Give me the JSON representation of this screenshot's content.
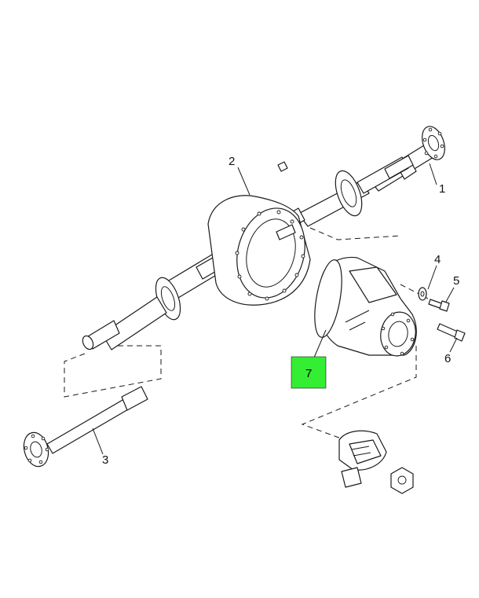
{
  "diagram": {
    "highlight_color": "#33ee33",
    "callouts": {
      "c1": "1",
      "c2": "2",
      "c3": "3",
      "c4": "4",
      "c5": "5",
      "c6": "6",
      "c7": "7"
    },
    "highlighted_callout": "7"
  }
}
